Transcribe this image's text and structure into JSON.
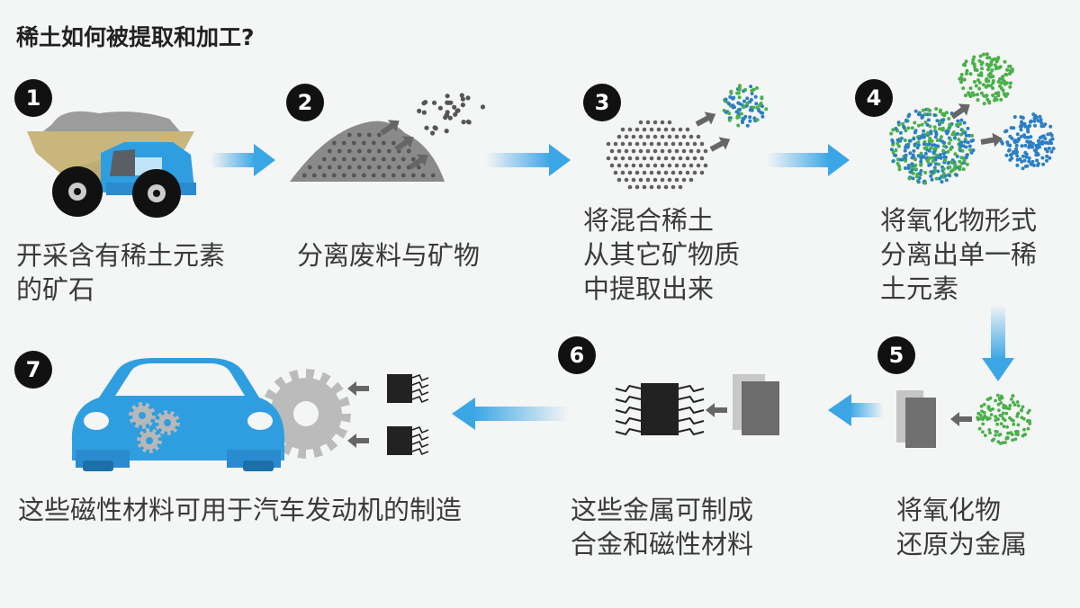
{
  "title": "稀土如何被提取和加工?",
  "colors": {
    "arrow_blue": "#3ba6e6",
    "vehicle_blue": "#2f9ee0",
    "dump_bed": "#c9b67d",
    "blue_dot": "#2b7fc4",
    "green_dot": "#4ab04a",
    "ore_gray": "#8a8a8a"
  },
  "steps": [
    {
      "number": "1",
      "icon": "dump-truck",
      "lines": [
        "开采含有稀土元素",
        "的矿石"
      ]
    },
    {
      "number": "2",
      "icon": "ore-pile",
      "lines": [
        "分离废料与矿物"
      ]
    },
    {
      "number": "3",
      "icon": "mixed-particles",
      "lines": [
        "将混合稀土",
        "从其它矿物质",
        "中提取出来"
      ]
    },
    {
      "number": "4",
      "icon": "separated-oxides",
      "lines": [
        "将氧化物形式",
        "分离出单一稀",
        "土元素"
      ]
    },
    {
      "number": "5",
      "icon": "metal-plates",
      "lines": [
        "将氧化物",
        "还原为金属"
      ]
    },
    {
      "number": "6",
      "icon": "magnet-chip",
      "lines": [
        "这些金属可制成",
        "合金和磁性材料"
      ]
    },
    {
      "number": "7",
      "icon": "car-with-gears",
      "lines": [
        "这些磁性材料可用于汽车发动机的制造"
      ]
    }
  ]
}
